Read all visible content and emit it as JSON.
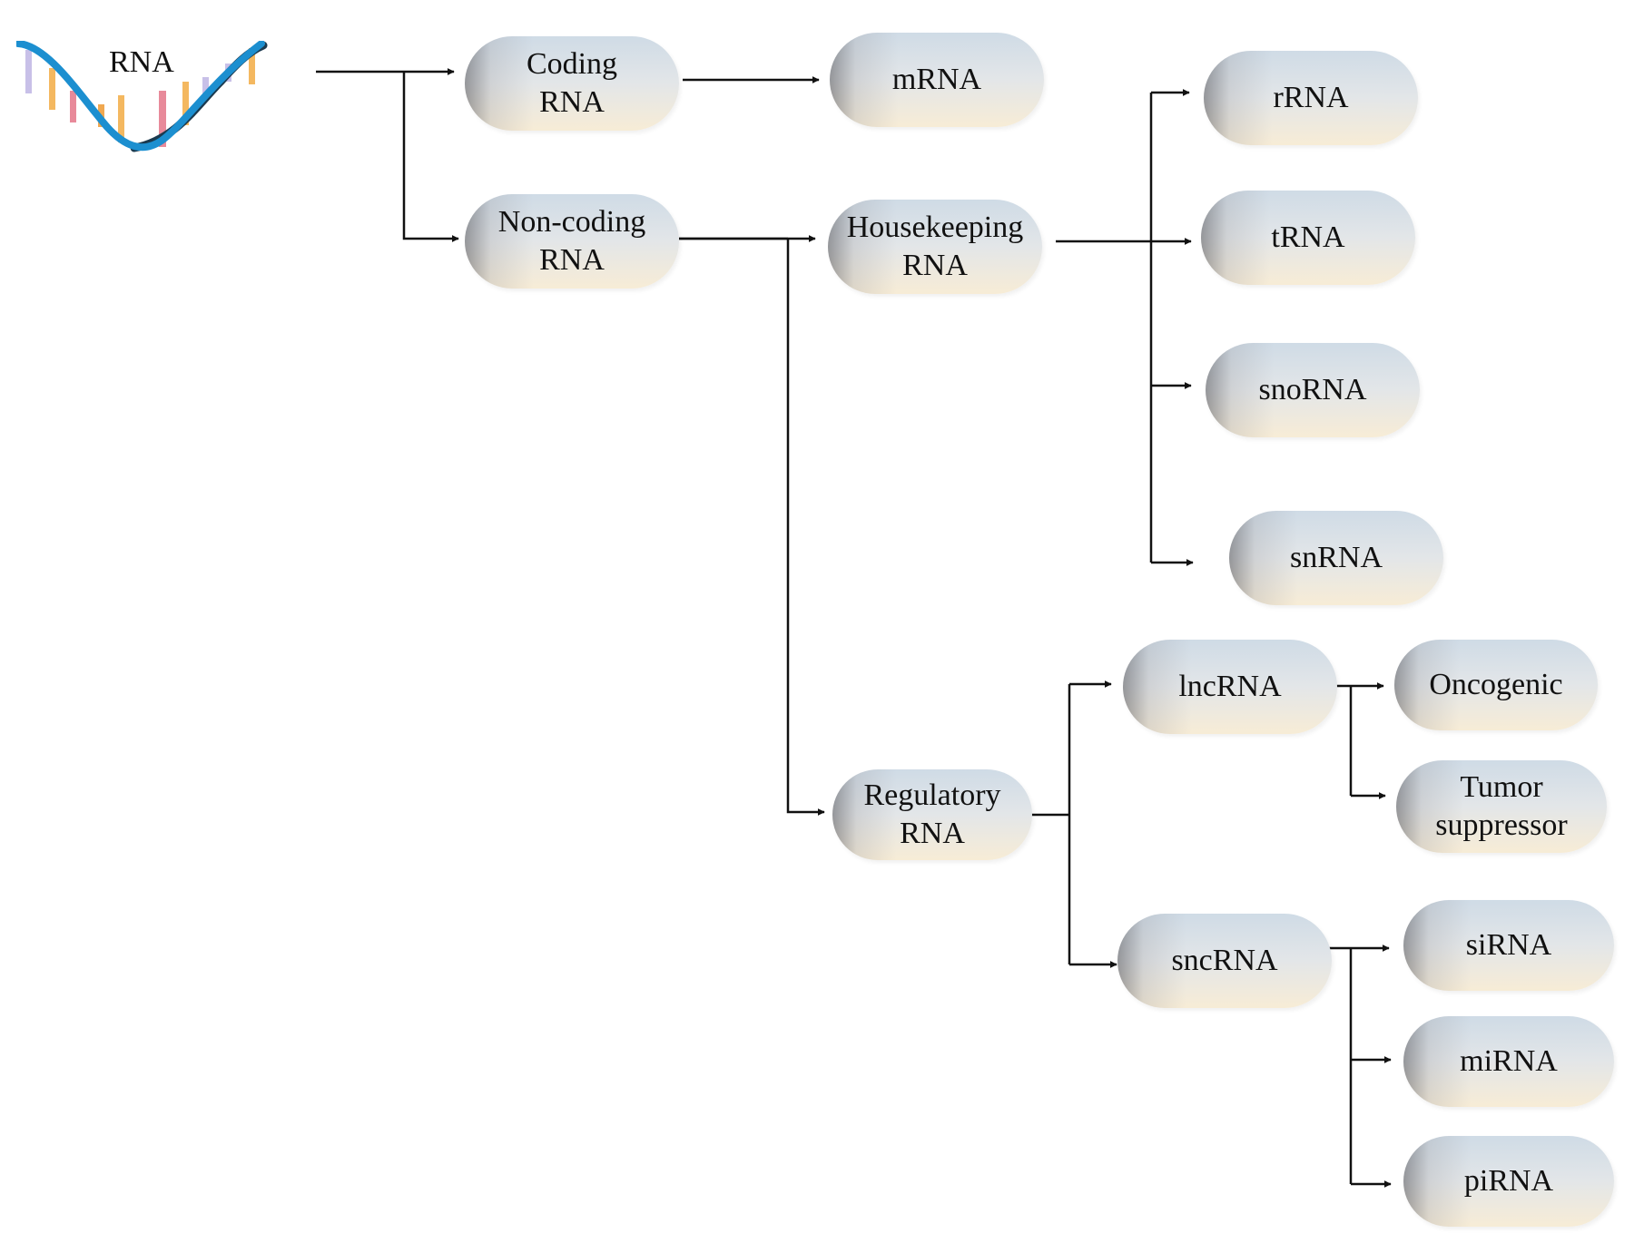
{
  "diagram": {
    "root": {
      "label": "RNA",
      "icon": "rna-strand-icon"
    },
    "nodes": {
      "coding": [
        "Coding",
        "RNA"
      ],
      "mrna": [
        "mRNA"
      ],
      "noncoding": [
        "Non-coding",
        "RNA"
      ],
      "housekeeping": [
        "Housekeeping",
        "RNA"
      ],
      "rrna": [
        "rRNA"
      ],
      "trna": [
        "tRNA"
      ],
      "snorna": [
        "snoRNA"
      ],
      "snrna": [
        "snRNA"
      ],
      "regulatory": [
        "Regulatory",
        "RNA"
      ],
      "lncrna": [
        "lncRNA"
      ],
      "oncogenic": [
        "Oncogenic"
      ],
      "tumor": [
        "Tumor",
        "suppressor"
      ],
      "sncrna": [
        "sncRNA"
      ],
      "sirna": [
        "siRNA"
      ],
      "mirna": [
        "miRNA"
      ],
      "pirna": [
        "piRNA"
      ]
    },
    "edges": [
      [
        "root",
        "coding"
      ],
      [
        "root",
        "noncoding"
      ],
      [
        "coding",
        "mrna"
      ],
      [
        "noncoding",
        "housekeeping"
      ],
      [
        "noncoding",
        "regulatory"
      ],
      [
        "housekeeping",
        "rrna"
      ],
      [
        "housekeeping",
        "trna"
      ],
      [
        "housekeeping",
        "snorna"
      ],
      [
        "housekeeping",
        "snrna"
      ],
      [
        "regulatory",
        "lncrna"
      ],
      [
        "regulatory",
        "sncrna"
      ],
      [
        "lncrna",
        "oncogenic"
      ],
      [
        "lncrna",
        "tumor"
      ],
      [
        "sncrna",
        "sirna"
      ],
      [
        "sncrna",
        "mirna"
      ],
      [
        "sncrna",
        "pirna"
      ]
    ],
    "colors": {
      "line": "#111111",
      "strand_blue": "#1c8fd0",
      "strand_dark": "#1b3a4f",
      "node_top": "#cfdbe6",
      "node_bottom": "#f7ecd6",
      "base_colors": [
        "#c8c0e8",
        "#f4b860",
        "#e88a9a",
        "#f0a850"
      ]
    }
  }
}
